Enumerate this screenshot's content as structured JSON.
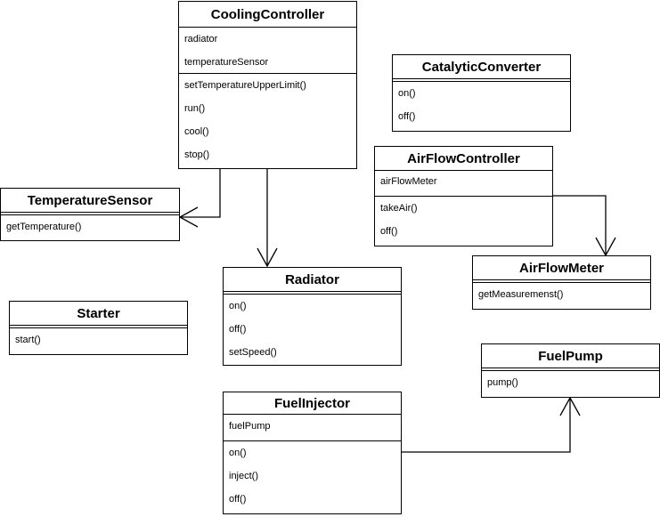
{
  "diagram": {
    "type": "UML class diagram",
    "classes": {
      "cooling_controller": {
        "name": "CoolingController",
        "attributes": [
          "radiator",
          "temperatureSensor"
        ],
        "methods": [
          "setTemperatureUpperLimit()",
          "run()",
          "cool()",
          "stop()"
        ]
      },
      "catalytic_converter": {
        "name": "CatalyticConverter",
        "attributes": [],
        "methods": [
          "on()",
          "off()"
        ]
      },
      "air_flow_controller": {
        "name": "AirFlowController",
        "attributes": [
          "airFlowMeter"
        ],
        "methods": [
          "takeAir()",
          "off()"
        ]
      },
      "temperature_sensor": {
        "name": "TemperatureSensor",
        "attributes": [],
        "methods": [
          "getTemperature()"
        ]
      },
      "radiator": {
        "name": "Radiator",
        "attributes": [],
        "methods": [
          "on()",
          "off()",
          "setSpeed()"
        ]
      },
      "air_flow_meter": {
        "name": "AirFlowMeter",
        "attributes": [],
        "methods": [
          "getMeasuremenst()"
        ]
      },
      "starter": {
        "name": "Starter",
        "attributes": [],
        "methods": [
          "start()"
        ]
      },
      "fuel_pump": {
        "name": "FuelPump",
        "attributes": [],
        "methods": [
          "pump()"
        ]
      },
      "fuel_injector": {
        "name": "FuelInjector",
        "attributes": [
          "fuelPump"
        ],
        "methods": [
          "on()",
          "inject()",
          "off()"
        ]
      }
    },
    "associations": [
      {
        "from": "CoolingController",
        "to": "TemperatureSensor",
        "arrow": "open"
      },
      {
        "from": "CoolingController",
        "to": "Radiator",
        "arrow": "open"
      },
      {
        "from": "AirFlowController",
        "to": "AirFlowMeter",
        "arrow": "open"
      },
      {
        "from": "FuelInjector",
        "to": "FuelPump",
        "arrow": "open"
      }
    ],
    "colors": {
      "line": "#000000",
      "background": "#ffffff"
    }
  }
}
